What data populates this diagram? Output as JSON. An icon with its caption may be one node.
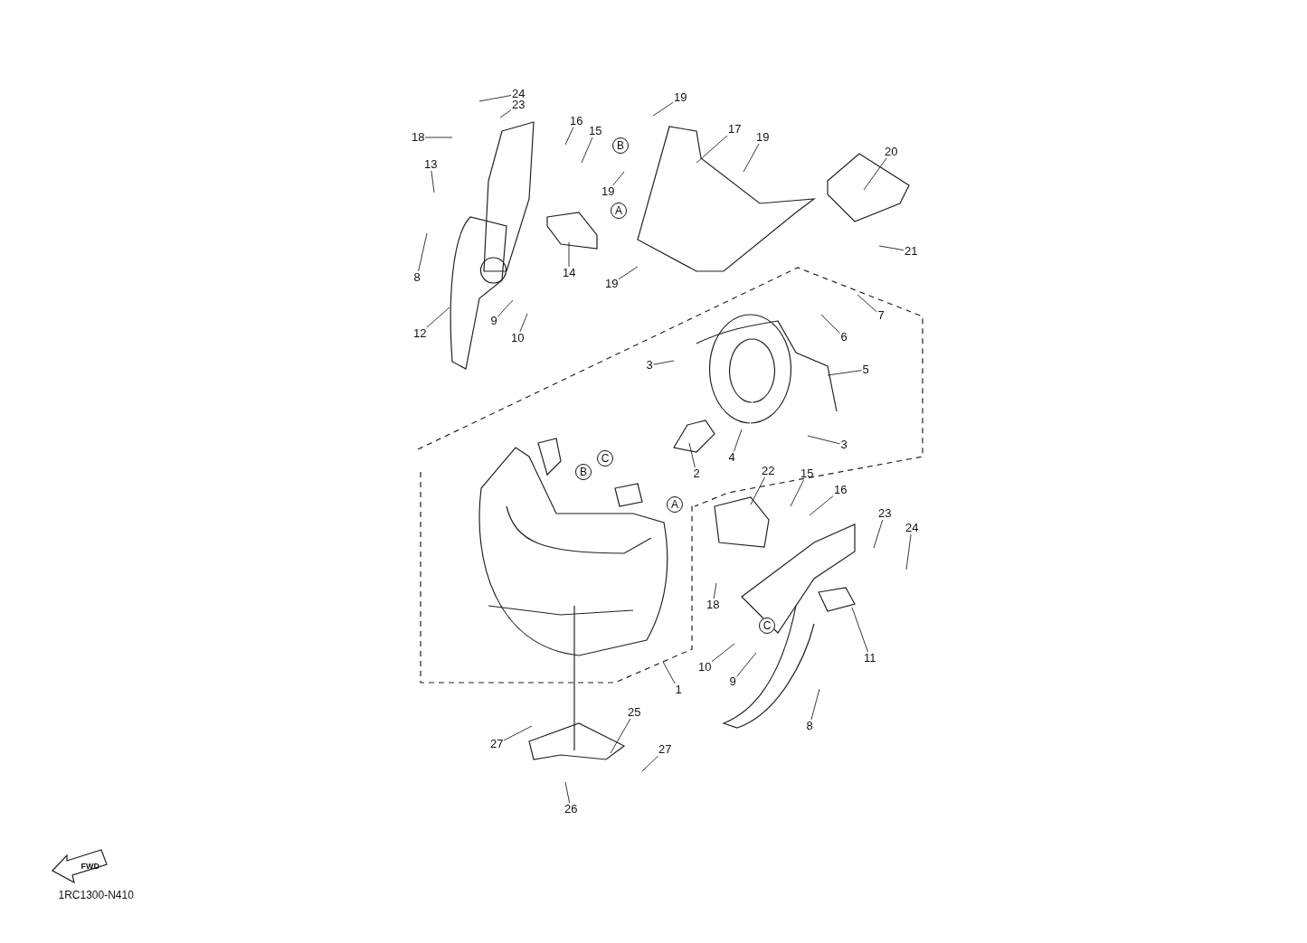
{
  "diagram": {
    "nodes": [
      {
        "text": [
          "24"
        ]
      },
      {
        "text": [
          "23"
        ]
      },
      {
        "text": [
          "19"
        ]
      },
      {
        "text": [
          "16"
        ]
      },
      {
        "text": [
          "15"
        ]
      },
      {
        "text": [
          "18"
        ]
      },
      {
        "text": [
          "17"
        ]
      },
      {
        "text": [
          "19"
        ]
      },
      {
        "text": [
          "19"
        ]
      },
      {
        "text": [
          "20"
        ]
      },
      {
        "text": [
          "13"
        ]
      },
      {
        "text": [
          "14"
        ]
      },
      {
        "text": [
          "8"
        ]
      },
      {
        "text": [
          "19"
        ]
      },
      {
        "text": [
          "21"
        ]
      },
      {
        "text": [
          "7"
        ]
      },
      {
        "text": [
          "9"
        ]
      },
      {
        "text": [
          "12"
        ]
      },
      {
        "text": [
          "10"
        ]
      },
      {
        "text": [
          "6"
        ]
      },
      {
        "text": [
          "3"
        ]
      },
      {
        "text": [
          "5"
        ]
      },
      {
        "text": [
          "4"
        ]
      },
      {
        "text": [
          "3"
        ]
      },
      {
        "text": [
          "2"
        ]
      },
      {
        "text": [
          "22"
        ]
      },
      {
        "text": [
          "15"
        ]
      },
      {
        "text": [
          "16"
        ]
      },
      {
        "text": [
          "23"
        ]
      },
      {
        "text": [
          "24"
        ]
      },
      {
        "text": [
          "18"
        ]
      },
      {
        "text": [
          "11"
        ]
      },
      {
        "text": [
          "10"
        ]
      },
      {
        "text": [
          "9"
        ]
      },
      {
        "text": [
          "1"
        ]
      },
      {
        "text": [
          "8"
        ]
      },
      {
        "text": [
          "25"
        ]
      },
      {
        "text": [
          "27"
        ]
      },
      {
        "text": [
          "27"
        ]
      },
      {
        "text": [
          "26"
        ]
      },
      {
        "text": [
          "B"
        ]
      },
      {
        "text": [
          "A"
        ]
      },
      {
        "text": [
          "B"
        ]
      },
      {
        "text": [
          "C"
        ]
      },
      {
        "text": [
          "A"
        ]
      },
      {
        "text": [
          "C"
        ]
      }
    ],
    "edges": [
      {
        "from": 0,
        "to": null,
        "arrow": "none"
      },
      {
        "from": 1,
        "to": null,
        "arrow": "none"
      },
      {
        "from": 2,
        "to": null,
        "arrow": "none"
      },
      {
        "from": 3,
        "to": null,
        "arrow": "none"
      },
      {
        "from": 4,
        "to": null,
        "arrow": "none"
      },
      {
        "from": 5,
        "to": null,
        "arrow": "none"
      },
      {
        "from": 6,
        "to": null,
        "arrow": "none"
      },
      {
        "from": 7,
        "to": null,
        "arrow": "none"
      },
      {
        "from": 8,
        "to": null,
        "arrow": "none"
      },
      {
        "from": 9,
        "to": null,
        "arrow": "none"
      },
      {
        "from": 10,
        "to": null,
        "arrow": "none"
      },
      {
        "from": 11,
        "to": null,
        "arrow": "none"
      },
      {
        "from": 12,
        "to": null,
        "arrow": "none"
      },
      {
        "from": 13,
        "to": null,
        "arrow": "none"
      },
      {
        "from": 14,
        "to": null,
        "arrow": "none"
      },
      {
        "from": 15,
        "to": null,
        "arrow": "none"
      },
      {
        "from": 16,
        "to": null,
        "arrow": "none"
      },
      {
        "from": 17,
        "to": null,
        "arrow": "none"
      },
      {
        "from": 18,
        "to": null,
        "arrow": "none"
      },
      {
        "from": 19,
        "to": null,
        "arrow": "none"
      },
      {
        "from": 20,
        "to": null,
        "arrow": "none"
      },
      {
        "from": 21,
        "to": null,
        "arrow": "none"
      },
      {
        "from": 22,
        "to": null,
        "arrow": "none"
      },
      {
        "from": 23,
        "to": null,
        "arrow": "none"
      },
      {
        "from": 24,
        "to": null,
        "arrow": "none"
      },
      {
        "from": 25,
        "to": null,
        "arrow": "none"
      },
      {
        "from": 26,
        "to": null,
        "arrow": "none"
      },
      {
        "from": 27,
        "to": null,
        "arrow": "none"
      },
      {
        "from": 28,
        "to": null,
        "arrow": "none"
      },
      {
        "from": 29,
        "to": null,
        "arrow": "none"
      },
      {
        "from": 30,
        "to": null,
        "arrow": "none"
      },
      {
        "from": 31,
        "to": null,
        "arrow": "none"
      },
      {
        "from": 32,
        "to": null,
        "arrow": "none"
      },
      {
        "from": 33,
        "to": null,
        "arrow": "none"
      },
      {
        "from": 34,
        "to": null,
        "arrow": "none"
      },
      {
        "from": 35,
        "to": null,
        "arrow": "none"
      },
      {
        "from": 36,
        "to": null,
        "arrow": "none"
      },
      {
        "from": 37,
        "to": null,
        "arrow": "none"
      },
      {
        "from": 38,
        "to": null,
        "arrow": "none"
      },
      {
        "from": 39,
        "to": null,
        "arrow": "none"
      }
    ],
    "labels": [
      "FWD",
      "1RC1300-N410"
    ]
  }
}
